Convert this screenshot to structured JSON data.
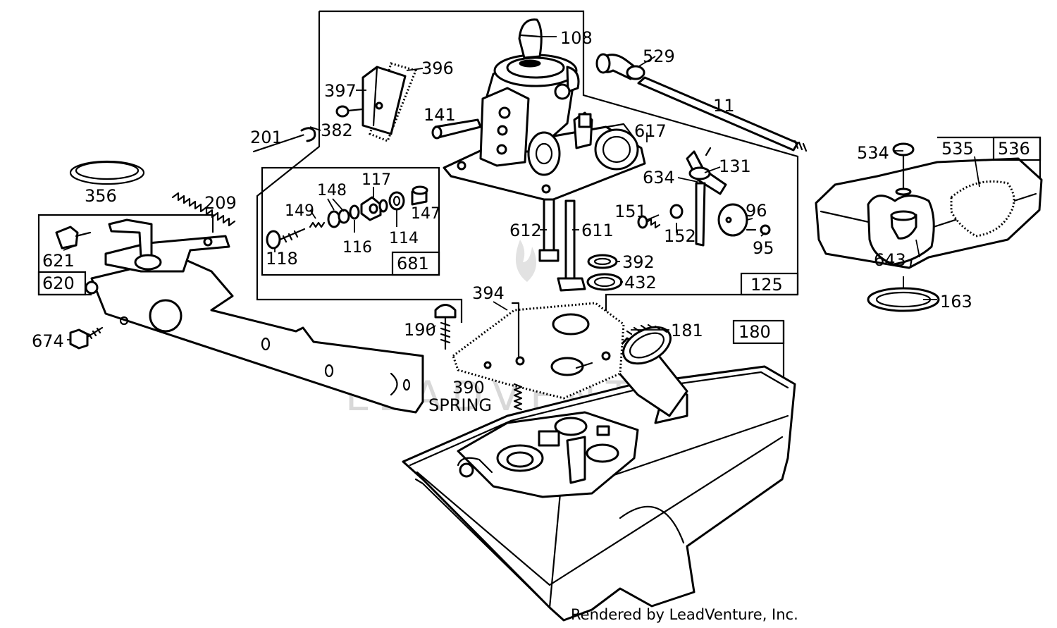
{
  "diagram": {
    "watermark": "LEADVENTURE",
    "footer": "Rendered by LeadVenture, Inc.",
    "callouts": {
      "p108": "108",
      "p529": "529",
      "p396": "396",
      "p397": "397",
      "p382": "382",
      "p141": "141",
      "p11": "11",
      "p201": "201",
      "p617": "617",
      "p534": "534",
      "p535": "535",
      "p536": "536",
      "p356": "356",
      "p209": "209",
      "p148": "148",
      "p117": "117",
      "p149": "149",
      "p147": "147",
      "p634": "634",
      "p131": "131",
      "p151": "151",
      "p96": "96",
      "p612": "612",
      "p611": "611",
      "p152": "152",
      "p95": "95",
      "p116": "116",
      "p114": "114",
      "p621": "621",
      "p118": "118",
      "p681": "681",
      "p643": "643",
      "p620": "620",
      "p392": "392",
      "p432": "432",
      "p394": "394",
      "p125": "125",
      "p163": "163",
      "p190": "190",
      "p181": "181",
      "p180": "180",
      "p674": "674",
      "p390": "390",
      "spring": "SPRING"
    }
  }
}
